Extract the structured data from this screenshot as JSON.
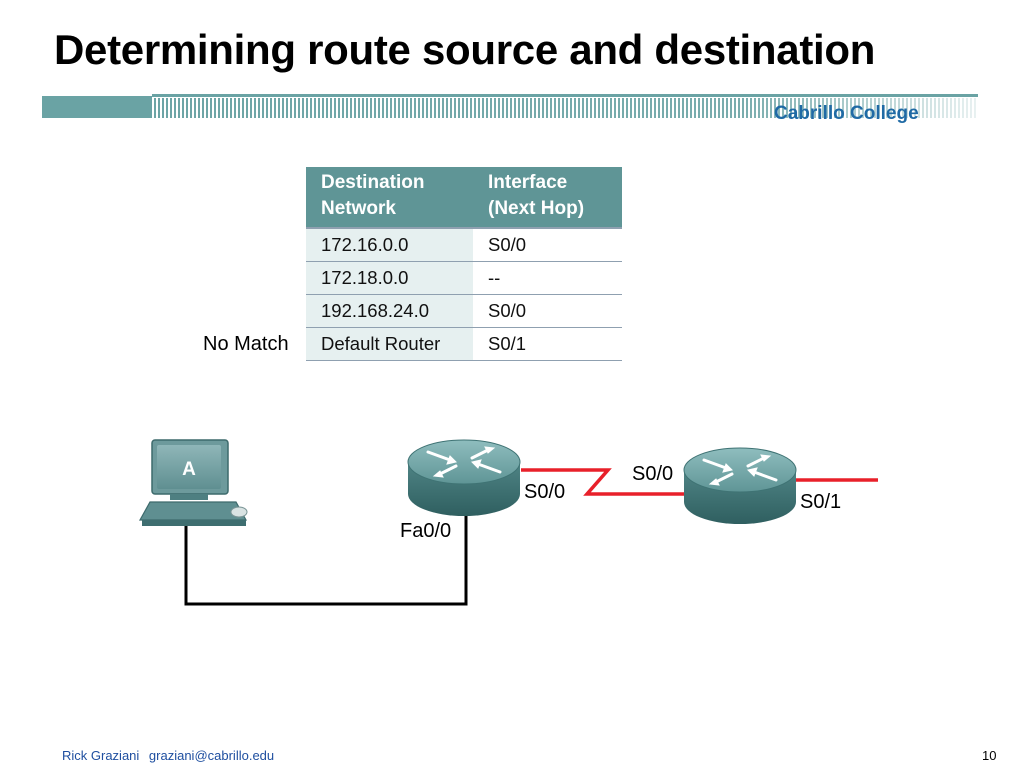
{
  "slide": {
    "title": "Determining route source and destination",
    "brand": "Cabrillo College",
    "footer_author": "Rick Graziani",
    "footer_email": "graziani@cabrillo.edu",
    "page_number": "10"
  },
  "routing_table": {
    "headers": [
      [
        "Destination",
        "Network"
      ],
      [
        "Interface",
        "(Next Hop)"
      ]
    ],
    "rows": [
      [
        "172.16.0.0",
        "S0/0"
      ],
      [
        "172.18.0.0",
        "--"
      ],
      [
        "192.168.24.0",
        "S0/0"
      ],
      [
        "Default Router",
        "S0/1"
      ]
    ],
    "row_annotation": "No Match"
  },
  "topology": {
    "host_label": "A",
    "router1_interfaces": {
      "fa": "Fa0/0",
      "serial": "S0/0"
    },
    "router2_interfaces": {
      "serial_in": "S0/0",
      "serial_out": "S0/1"
    }
  },
  "colors": {
    "table_header": "#5f9596",
    "brand_text": "#1f6aa5",
    "serial_link": "#e8202a",
    "router_body": "#5a8f90"
  }
}
